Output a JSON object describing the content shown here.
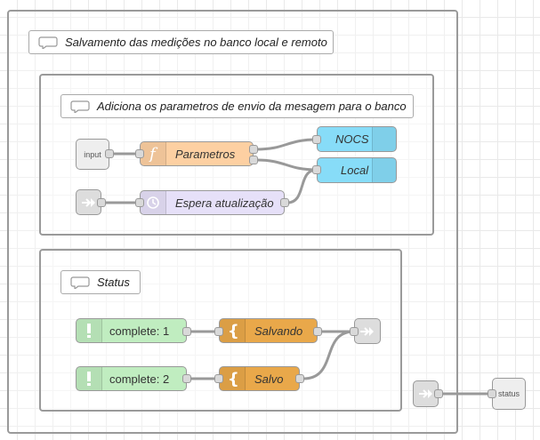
{
  "groups": {
    "outer_comment": "Salvamento das medições no banco local e remoto",
    "envio_comment": "Adiciona os parametros de envio da mesagem para o banco",
    "status_comment": "Status"
  },
  "nodes": {
    "input_label": "input",
    "parametros_label": "Parametros",
    "nocs_label": "NOCS",
    "local_label": "Local",
    "espera_label": "Espera atualização",
    "complete1_label": "complete: 1",
    "complete2_label": "complete: 2",
    "salvando_label": "Salvando",
    "salvo_label": "Salvo",
    "status_label": "status"
  },
  "colors": {
    "function": "#fdd0a2",
    "mqtt": "#87dcf8",
    "delay": "#e6e0f8",
    "link": "#dddddd",
    "status": "#c0edc0",
    "template": "#e9a84a",
    "wire": "#999999"
  },
  "icons": {
    "comment": "comment-icon",
    "function": "function-icon",
    "delay": "timer-icon",
    "link": "link-in-icon",
    "status": "exclamation-icon",
    "template": "curly-brace-icon"
  }
}
